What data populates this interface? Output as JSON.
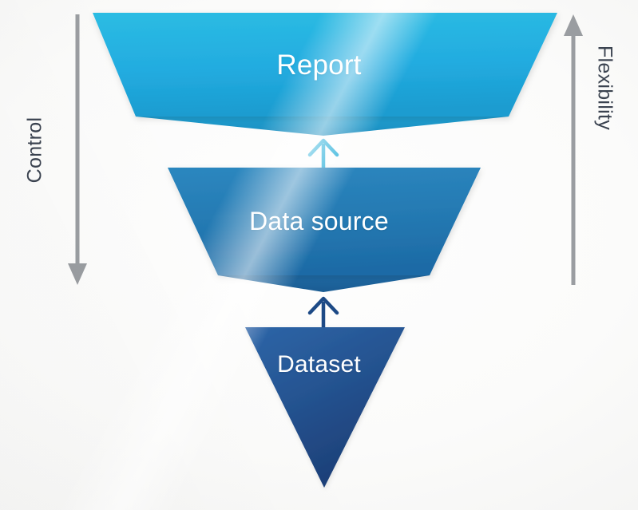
{
  "diagram": {
    "type": "inverted-funnel",
    "background_color": "#f7f7f6",
    "stages": [
      {
        "id": "report",
        "label": "Report",
        "level": 1,
        "shape": "trapezoid",
        "color_top": "#2ab7df",
        "color_bottom": "#1b9fd1",
        "fold_color": "#1b93c4",
        "text_color": "#ffffff"
      },
      {
        "id": "data-source",
        "label": "Data source",
        "level": 2,
        "shape": "trapezoid",
        "color_top": "#2880b8",
        "color_bottom": "#1f6faa",
        "fold_color": "#1b5e96",
        "text_color": "#ffffff"
      },
      {
        "id": "dataset",
        "label": "Dataset",
        "level": 3,
        "shape": "inverted-triangle",
        "color_top": "#2a5d9e",
        "color_bottom": "#1d3f78",
        "text_color": "#ffffff"
      }
    ],
    "connectors": [
      {
        "id": "dataset-to-data-source",
        "direction": "up",
        "from": "dataset",
        "to": "data-source",
        "color": "#1d4a86"
      },
      {
        "id": "data-source-to-report",
        "direction": "up",
        "from": "data-source",
        "to": "report",
        "color": "#2ab0da"
      }
    ],
    "axes": [
      {
        "id": "control",
        "label": "Control",
        "side": "left",
        "direction": "down",
        "color": "#9a9da1",
        "text_color": "#3b4350"
      },
      {
        "id": "flexibility",
        "label": "Flexibility",
        "side": "right",
        "direction": "up",
        "color": "#9a9da1",
        "text_color": "#3b4350"
      }
    ]
  }
}
